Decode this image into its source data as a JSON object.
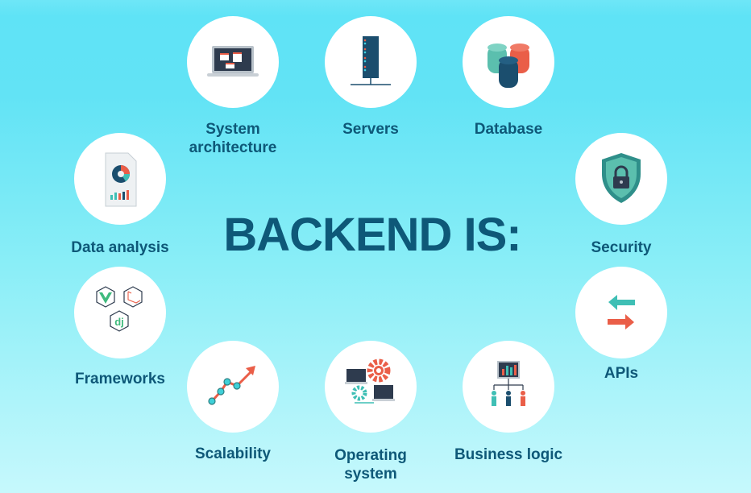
{
  "title": "BACKEND IS:",
  "items": [
    {
      "label_line1": "System",
      "label_line2": "architecture",
      "icon": "laptop-diagram-icon"
    },
    {
      "label_line1": "Servers",
      "icon": "server-rack-icon"
    },
    {
      "label_line1": "Database",
      "icon": "database-icon"
    },
    {
      "label_line1": "Data analysis",
      "icon": "report-chart-icon"
    },
    {
      "label_line1": "Security",
      "icon": "shield-lock-icon"
    },
    {
      "label_line1": "Frameworks",
      "icon": "framework-logos-icon"
    },
    {
      "label_line1": "APIs",
      "icon": "exchange-arrows-icon"
    },
    {
      "label_line1": "Scalability",
      "icon": "growth-chart-icon"
    },
    {
      "label_line1": "Operating",
      "label_line2": "system",
      "icon": "computers-gears-icon"
    },
    {
      "label_line1": "Business logic",
      "icon": "org-dashboard-icon"
    }
  ],
  "colors": {
    "text": "#0e5878",
    "teal": "#3fbfb5",
    "red": "#ea5e48",
    "navy": "#1b4e6e",
    "dark": "#2e3b4e"
  }
}
